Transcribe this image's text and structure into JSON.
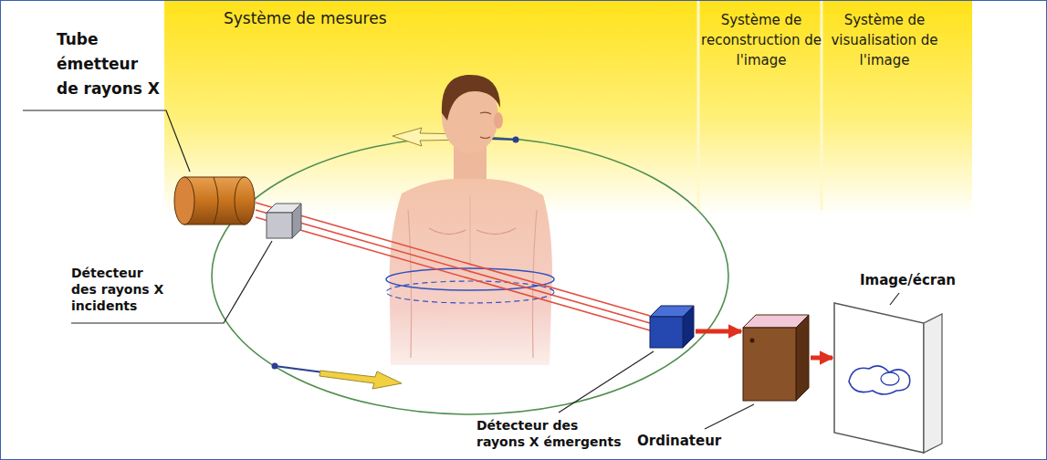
{
  "diagram": {
    "nodes": [
      {
        "text": [
          "Tube émetteur de rayons X"
        ]
      },
      {
        "text": [
          "Détecteur des rayons X incidents"
        ]
      },
      {
        "text": [
          "Détecteur des rayons X émergents"
        ]
      },
      {
        "text": [
          "Ordinateur"
        ]
      },
      {
        "text": [
          "Image/écran"
        ]
      }
    ],
    "edges": [
      {
        "from": 2,
        "to": 3,
        "arrow": "to"
      },
      {
        "from": 3,
        "to": 4,
        "arrow": "to"
      }
    ],
    "labels": [
      "Système de mesures",
      "Système de reconstruction de l'image",
      "Système de visualisation de l'image"
    ]
  }
}
